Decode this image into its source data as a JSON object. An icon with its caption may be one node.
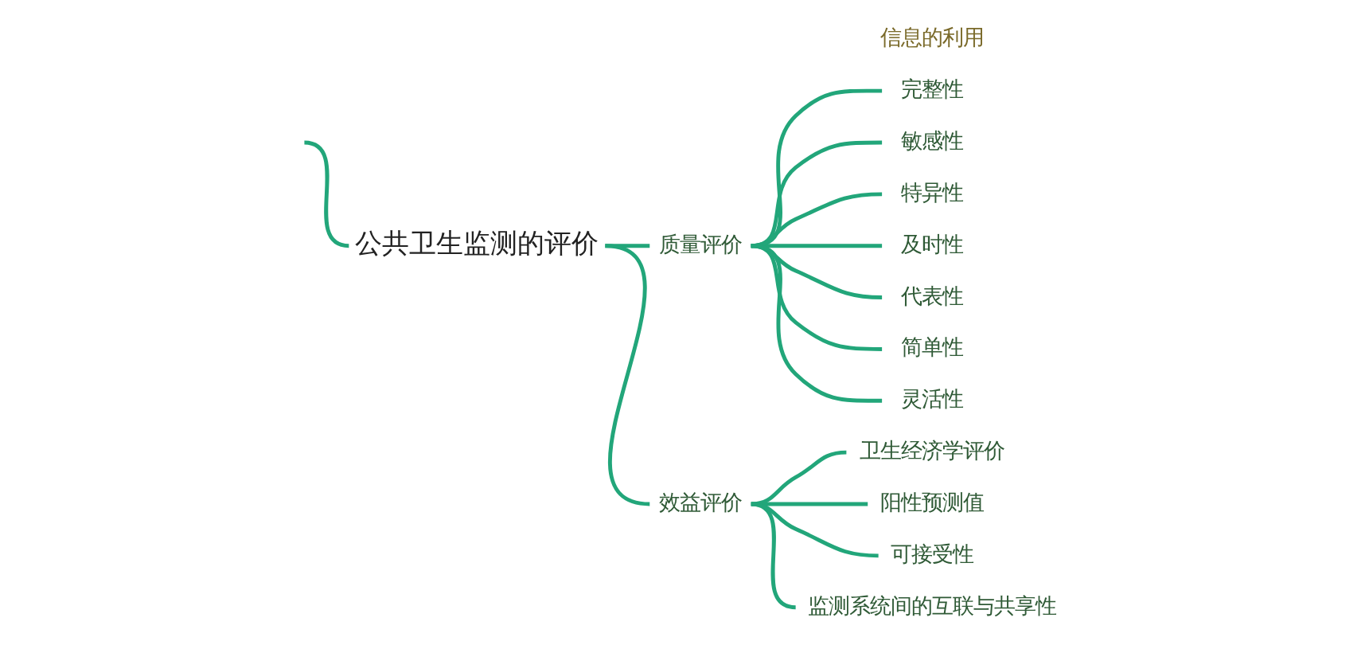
{
  "diagram": {
    "nodes": [
      {
        "text": [
          "公共卫生监测的评价"
        ]
      },
      {
        "text": [
          "质量评价"
        ]
      },
      {
        "text": [
          "完整性"
        ]
      },
      {
        "text": [
          "敏感性"
        ]
      },
      {
        "text": [
          "特异性"
        ]
      },
      {
        "text": [
          "及时性"
        ]
      },
      {
        "text": [
          "代表性"
        ]
      },
      {
        "text": [
          "简单性"
        ]
      },
      {
        "text": [
          "灵活性"
        ]
      },
      {
        "text": [
          "效益评价"
        ]
      },
      {
        "text": [
          "卫生经济学评价"
        ]
      },
      {
        "text": [
          "阳性预测值"
        ]
      },
      {
        "text": [
          "可接受性"
        ]
      },
      {
        "text": [
          "监测系统间的互联与共享性"
        ]
      }
    ],
    "edges": [
      {
        "from": null,
        "to": 0,
        "arrow": "none"
      },
      {
        "from": 0,
        "to": 1,
        "arrow": "none"
      },
      {
        "from": 0,
        "to": 9,
        "arrow": "none"
      },
      {
        "from": 1,
        "to": 2,
        "arrow": "none"
      },
      {
        "from": 1,
        "to": 3,
        "arrow": "none"
      },
      {
        "from": 1,
        "to": 4,
        "arrow": "none"
      },
      {
        "from": 1,
        "to": 5,
        "arrow": "none"
      },
      {
        "from": 1,
        "to": 6,
        "arrow": "none"
      },
      {
        "from": 1,
        "to": 7,
        "arrow": "none"
      },
      {
        "from": 1,
        "to": 8,
        "arrow": "none"
      },
      {
        "from": 9,
        "to": 10,
        "arrow": "none"
      },
      {
        "from": 9,
        "to": 11,
        "arrow": "none"
      },
      {
        "from": 9,
        "to": 12,
        "arrow": "none"
      },
      {
        "from": 9,
        "to": 13,
        "arrow": "none"
      }
    ],
    "labels": [
      "信息的利用"
    ]
  }
}
